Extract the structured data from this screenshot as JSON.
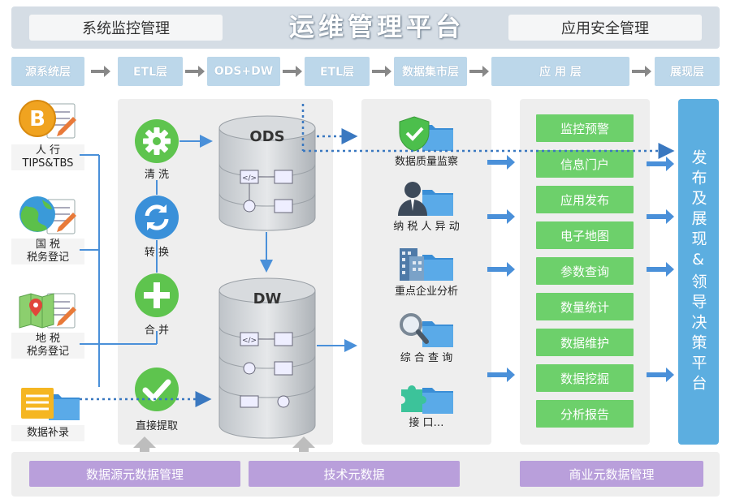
{
  "header": {
    "left_button": "系统监控管理",
    "title": "运维管理平台",
    "right_button": "应用安全管理"
  },
  "layers": [
    "源系统层",
    "ETL层",
    "ODS+DW",
    "ETL层",
    "数据集市层",
    "应 用 层",
    "展现层"
  ],
  "sources": [
    {
      "line1": "人 行",
      "line2": "TIPS&TBS",
      "icon": "bitcoin-document-icon"
    },
    {
      "line1": "国 税",
      "line2": "税务登记",
      "icon": "globe-document-icon"
    },
    {
      "line1": "地 税",
      "line2": "税务登记",
      "icon": "map-document-icon"
    },
    {
      "line1": "数据补录",
      "line2": "",
      "icon": "list-folder-icon"
    }
  ],
  "etl": [
    {
      "label": "清 洗",
      "icon": "gear-icon"
    },
    {
      "label": "转 换",
      "icon": "refresh-icon"
    },
    {
      "label": "合 并",
      "icon": "plus-icon"
    },
    {
      "label": "直接提取",
      "icon": "check-icon"
    }
  ],
  "databases": [
    "ODS",
    "DW"
  ],
  "marts": [
    {
      "label": "数据质量监察",
      "icon": "shield-folder-icon"
    },
    {
      "label": "纳 税 人 异 动",
      "icon": "person-folder-icon"
    },
    {
      "label": "重点企业分析",
      "icon": "building-folder-icon"
    },
    {
      "label": "综 合 查 询",
      "icon": "magnifier-folder-icon"
    },
    {
      "label": "接 口…",
      "icon": "puzzle-folder-icon"
    }
  ],
  "apps": [
    "监控预警",
    "信息门户",
    "应用发布",
    "电子地图",
    "参数查询",
    "数量统计",
    "数据维护",
    "数据挖掘",
    "分析报告"
  ],
  "publish": "发布及展现&领导决策平台",
  "footer": [
    "数据源元数据管理",
    "技术元数据",
    "商业元数据管理"
  ],
  "colors": {
    "header_bg": "#d5dde5",
    "layer_bg": "#bcd7ea",
    "arrow_blue": "#4a90d9",
    "app_green": "#6dd06b",
    "publish_blue": "#5caee0",
    "footer_purple": "#b99fdb"
  }
}
